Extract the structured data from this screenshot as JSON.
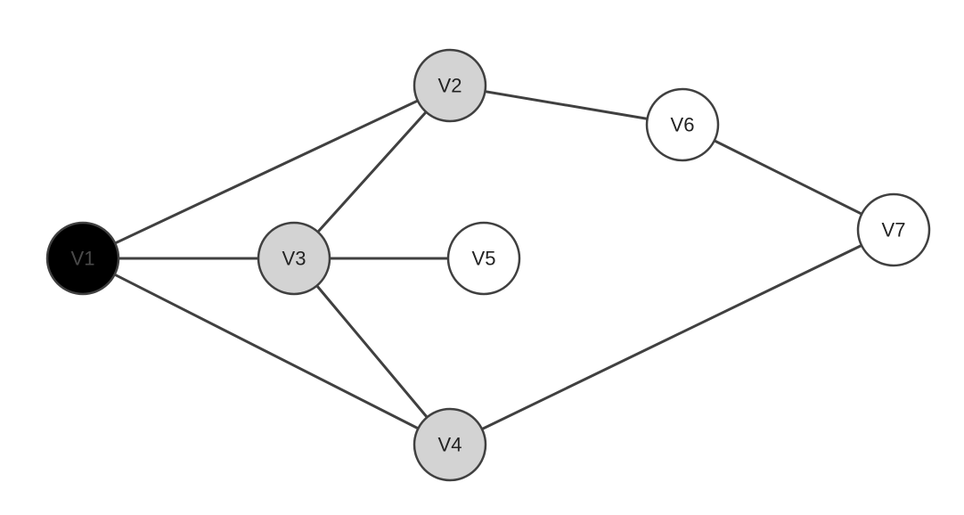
{
  "graph": {
    "nodes": [
      {
        "id": "V1",
        "label": "V1",
        "fill": "#000000",
        "text_color": "#4a4a4a"
      },
      {
        "id": "V2",
        "label": "V2",
        "fill": "#d3d3d3",
        "text_color": "#222222"
      },
      {
        "id": "V3",
        "label": "V3",
        "fill": "#d3d3d3",
        "text_color": "#222222"
      },
      {
        "id": "V4",
        "label": "V4",
        "fill": "#d3d3d3",
        "text_color": "#222222"
      },
      {
        "id": "V5",
        "label": "V5",
        "fill": "#ffffff",
        "text_color": "#222222"
      },
      {
        "id": "V6",
        "label": "V6",
        "fill": "#ffffff",
        "text_color": "#222222"
      },
      {
        "id": "V7",
        "label": "V7",
        "fill": "#ffffff",
        "text_color": "#222222"
      }
    ],
    "edges": [
      {
        "from": "V1",
        "to": "V2"
      },
      {
        "from": "V1",
        "to": "V3"
      },
      {
        "from": "V1",
        "to": "V4"
      },
      {
        "from": "V2",
        "to": "V3"
      },
      {
        "from": "V2",
        "to": "V6"
      },
      {
        "from": "V3",
        "to": "V5"
      },
      {
        "from": "V3",
        "to": "V4"
      },
      {
        "from": "V4",
        "to": "V7"
      },
      {
        "from": "V6",
        "to": "V7"
      }
    ],
    "colors": {
      "edge": "#404040",
      "node_border": "#404040"
    }
  }
}
